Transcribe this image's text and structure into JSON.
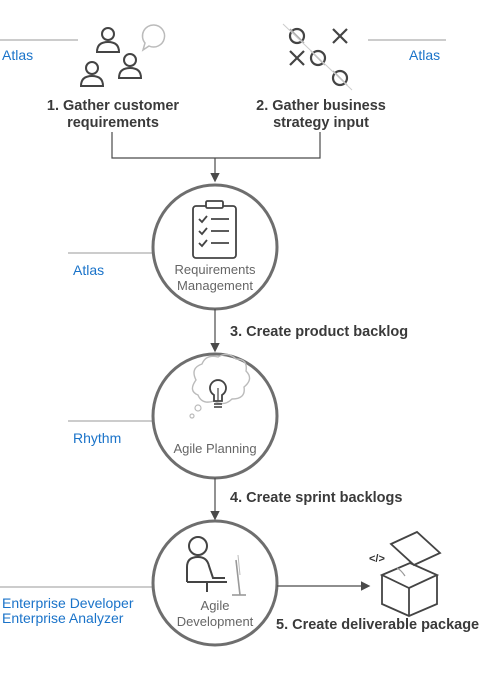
{
  "tools": {
    "atlas_left": "Atlas",
    "atlas_right": "Atlas",
    "atlas_mid": "Atlas",
    "rhythm": "Rhythm",
    "enterprise_developer": "Enterprise Developer",
    "enterprise_analyzer": "Enterprise Analyzer"
  },
  "steps": {
    "step1": "1. Gather customer requirements",
    "step1_line1": "1. Gather customer",
    "step1_line2": "requirements",
    "step2_line1": "2. Gather business",
    "step2_line2": "strategy input",
    "step3": "3. Create product backlog",
    "step4": "4. Create sprint backlogs",
    "step5": "5. Create deliverable package"
  },
  "nodes": {
    "requirements_line1": "Requirements",
    "requirements_line2": "Management",
    "agile_planning": "Agile Planning",
    "agile_dev_line1": "Agile",
    "agile_dev_line2": "Development"
  },
  "icons": {
    "people": "people-chat-icon",
    "strategy": "tic-tac-toe-icon",
    "clipboard": "clipboard-checklist-icon",
    "bulb": "lightbulb-thought-icon",
    "developer": "developer-at-computer-icon",
    "package": "open-box-code-icon"
  },
  "colors": {
    "text": "#3a3a3a",
    "accent": "#1a73c9",
    "line": "#7a7a7a",
    "circle": "#6e6e6e"
  }
}
